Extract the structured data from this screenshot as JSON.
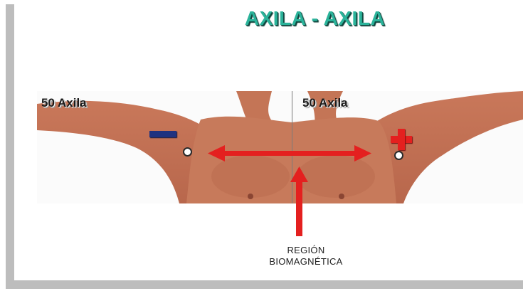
{
  "slide": {
    "title": "AXILA - AXILA",
    "left_label": "50 Axila",
    "right_label": "50 Axila",
    "caption_line1": "REGIÓN",
    "caption_line2": "BIOMAGNÉTICA"
  },
  "colors": {
    "title": "#2bb39a",
    "arrow": "#e4201f",
    "negative": "#1f3280",
    "positive": "#e4201f",
    "frame": "#bdbdbd"
  },
  "icons": {
    "negative_marker": "minus-sign",
    "positive_marker": "plus-sign",
    "electrodes": "circle-marker"
  }
}
